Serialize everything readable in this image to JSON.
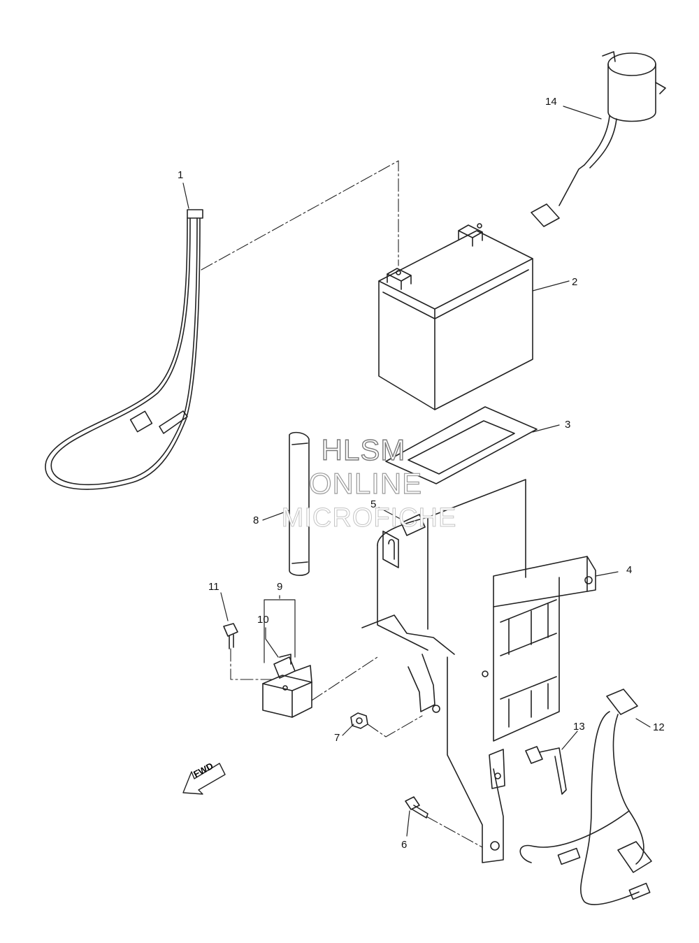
{
  "callouts": {
    "c1": "1",
    "c2": "2",
    "c3": "3",
    "c4": "4",
    "c5": "5",
    "c6": "6",
    "c7": "7",
    "c8": "8",
    "c9": "9",
    "c10": "10",
    "c11": "11",
    "c12": "12",
    "c13": "13",
    "c14": "14"
  },
  "watermark": {
    "line1": "HLSM",
    "line2": "ONLINE",
    "line3": "MICROFICHE"
  },
  "direction_label": "FWD"
}
